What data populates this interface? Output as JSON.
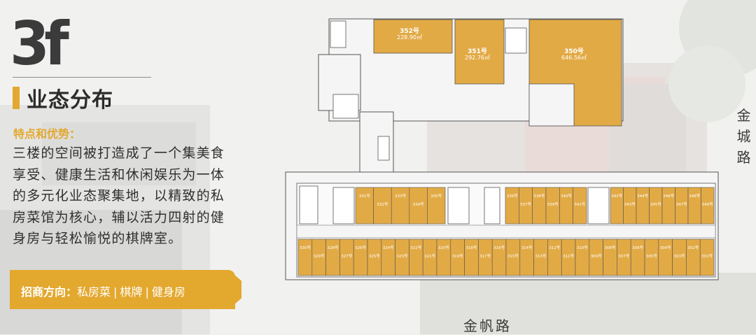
{
  "floor": {
    "badge": "3f"
  },
  "section": {
    "title": "业态分布"
  },
  "features": {
    "label": "特点和优势：",
    "lines": [
      "三楼的空间被打造成了一个集美食",
      "享受、健康生活和休闲娱乐为一体",
      "的多元化业态聚集地，以精致的私",
      "房菜馆为核心，辅以活力四射的健",
      "身房与轻松愉悦的棋牌室。"
    ]
  },
  "leasing": {
    "label": "招商方向：",
    "items": [
      "私房菜",
      "棋牌",
      "健身房"
    ],
    "separator": "|"
  },
  "roads": {
    "right": "金城路",
    "bottom": "金帆路"
  },
  "plan": {
    "colors": {
      "unit": "#e2aa45",
      "line": "#555555",
      "corridor": "#f5f5f5"
    },
    "large_units": [
      {
        "number": "352号",
        "area": "228.90㎡"
      },
      {
        "number": "351号",
        "area": "292.76㎡"
      },
      {
        "number": "350号",
        "area": "646.56㎡"
      }
    ],
    "top_row_units": [
      "331号",
      "332号",
      "333号",
      "334号",
      "335号",
      "336号",
      "337号",
      "338号",
      "339号",
      "340号",
      "341号",
      "342号",
      "343号",
      "344号",
      "345号",
      "346号",
      "347号",
      "348号",
      "349号"
    ],
    "bottom_row_units": [
      "330号",
      "329号",
      "328号",
      "327号",
      "326号",
      "325号",
      "324号",
      "323号",
      "322号",
      "321号",
      "320号",
      "319号",
      "318号",
      "317号",
      "316号",
      "315号",
      "314号",
      "313号",
      "312号",
      "311号",
      "310号",
      "309号",
      "308号",
      "307号",
      "306号",
      "305号",
      "304号",
      "303号",
      "302号",
      "301号"
    ]
  }
}
